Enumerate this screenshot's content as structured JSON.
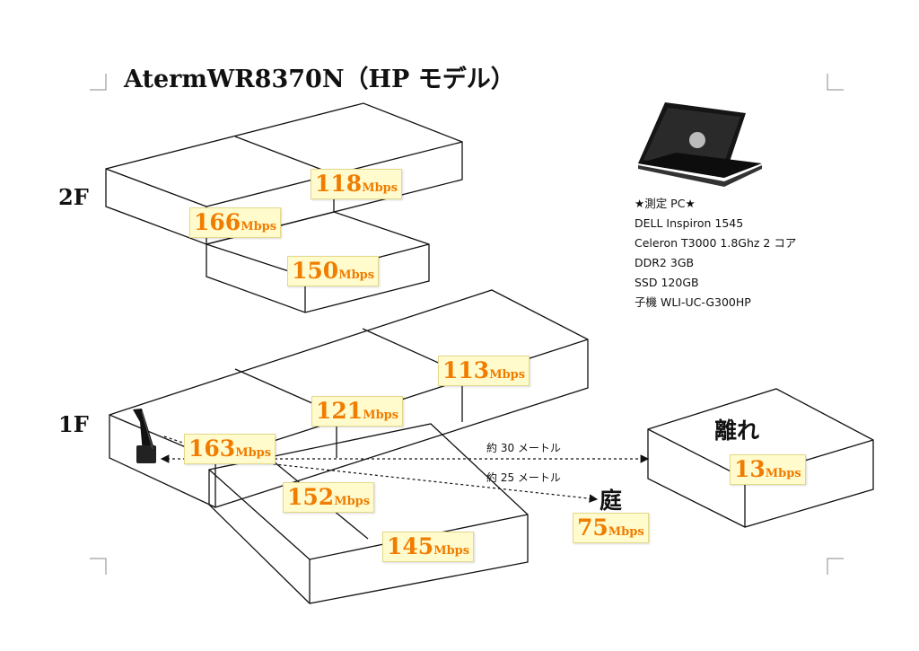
{
  "title": "AtermWR8370N（HP モデル）",
  "floors": {
    "upper": "2F",
    "lower": "1F"
  },
  "unit": "Mbps",
  "speeds": {
    "s118": "118",
    "s166": "166",
    "s150": "150",
    "s113": "113",
    "s121": "121",
    "s163": "163",
    "s152": "152",
    "s145": "145",
    "garden": "75",
    "annex": "13"
  },
  "zones": {
    "annex": "離れ",
    "garden": "庭"
  },
  "distances": {
    "annex": "約 30 メートル",
    "garden": "約 25 メートル"
  },
  "pc": {
    "heading": "★測定 PC★",
    "lines": [
      "DELL Inspiron 1545",
      "Celeron T3000 1.8Ghz 2 コア",
      "DDR2 3GB",
      "SSD 120GB",
      "子機  WLI-UC-G300HP"
    ]
  },
  "colors": {
    "speed_text": "#f07c00",
    "speed_bg": "#fffbcc",
    "line": "#111111"
  }
}
